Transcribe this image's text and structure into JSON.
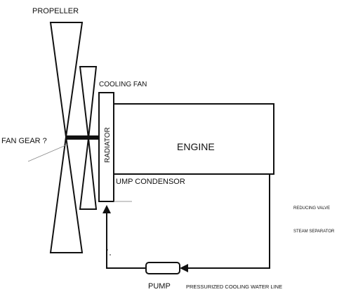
{
  "labels": {
    "propeller": "PROPELLER",
    "cooling_fan": "COOLING FAN",
    "fan_gear": "FAN GEAR ?",
    "radiator": "RADIATOR",
    "engine": "ENGINE",
    "pump_condensor": "UMP CONDENSOR",
    "reducing_valve": "REDUCING VALVE",
    "steam_separator": "STEAM SEPARATOR",
    "pump": "PUMP",
    "pressurized_line": "PRESSURIZED COOLING WATER LINE"
  }
}
